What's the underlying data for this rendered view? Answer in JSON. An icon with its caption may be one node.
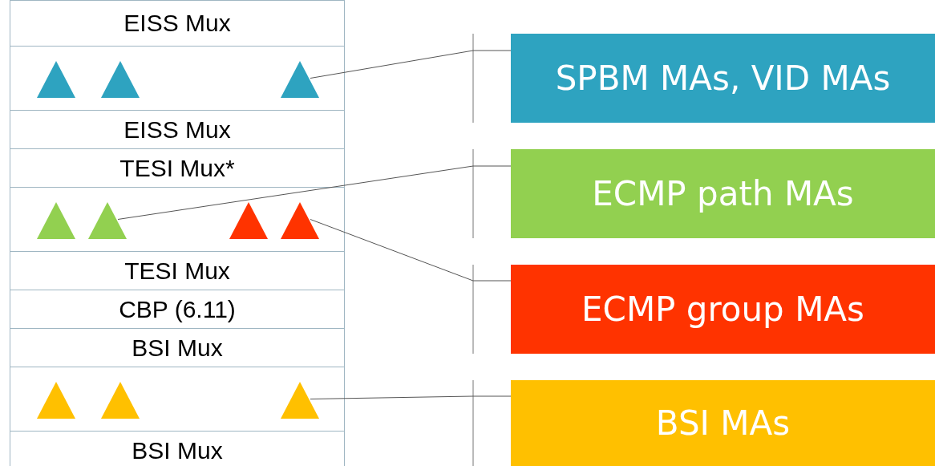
{
  "diagram": {
    "nodes": [
      {
        "text": [
          "EISS Mux"
        ]
      },
      {
        "text": [],
        "shape": "box"
      },
      {
        "text": [],
        "shape": "triangle",
        "in": 1
      },
      {
        "text": [],
        "shape": "triangle",
        "in": 1
      },
      {
        "text": [],
        "shape": "triangle",
        "in": 1
      },
      {
        "text": [
          "EISS Mux"
        ]
      },
      {
        "text": [
          "TESI Mux*"
        ]
      },
      {
        "text": [],
        "shape": "box"
      },
      {
        "text": [],
        "shape": "triangle",
        "in": 7
      },
      {
        "text": [],
        "shape": "triangle",
        "in": 7
      },
      {
        "text": [],
        "shape": "triangle",
        "in": 7
      },
      {
        "text": [],
        "shape": "triangle",
        "in": 7
      },
      {
        "text": [
          "TESI Mux"
        ]
      },
      {
        "text": [
          "CBP (6.11)"
        ]
      },
      {
        "text": [
          "BSI Mux"
        ]
      },
      {
        "text": [],
        "shape": "box"
      },
      {
        "text": [],
        "shape": "triangle",
        "in": 15
      },
      {
        "text": [],
        "shape": "triangle",
        "in": 15
      },
      {
        "text": [],
        "shape": "triangle",
        "in": 15
      },
      {
        "text": [
          "BSI Mux"
        ]
      },
      {
        "text": [
          "SPBM MAs, VID MAs"
        ]
      },
      {
        "text": [
          "ECMP path MAs"
        ]
      },
      {
        "text": [
          "ECMP group MAs"
        ]
      },
      {
        "text": [
          "BSI MAs"
        ]
      }
    ],
    "edges": [
      {
        "from": 4,
        "to": 20,
        "arrow": "none"
      },
      {
        "from": 9,
        "to": 21,
        "arrow": "none"
      },
      {
        "from": 11,
        "to": 22,
        "arrow": "none"
      },
      {
        "from": 18,
        "to": 23,
        "arrow": "none"
      }
    ]
  }
}
